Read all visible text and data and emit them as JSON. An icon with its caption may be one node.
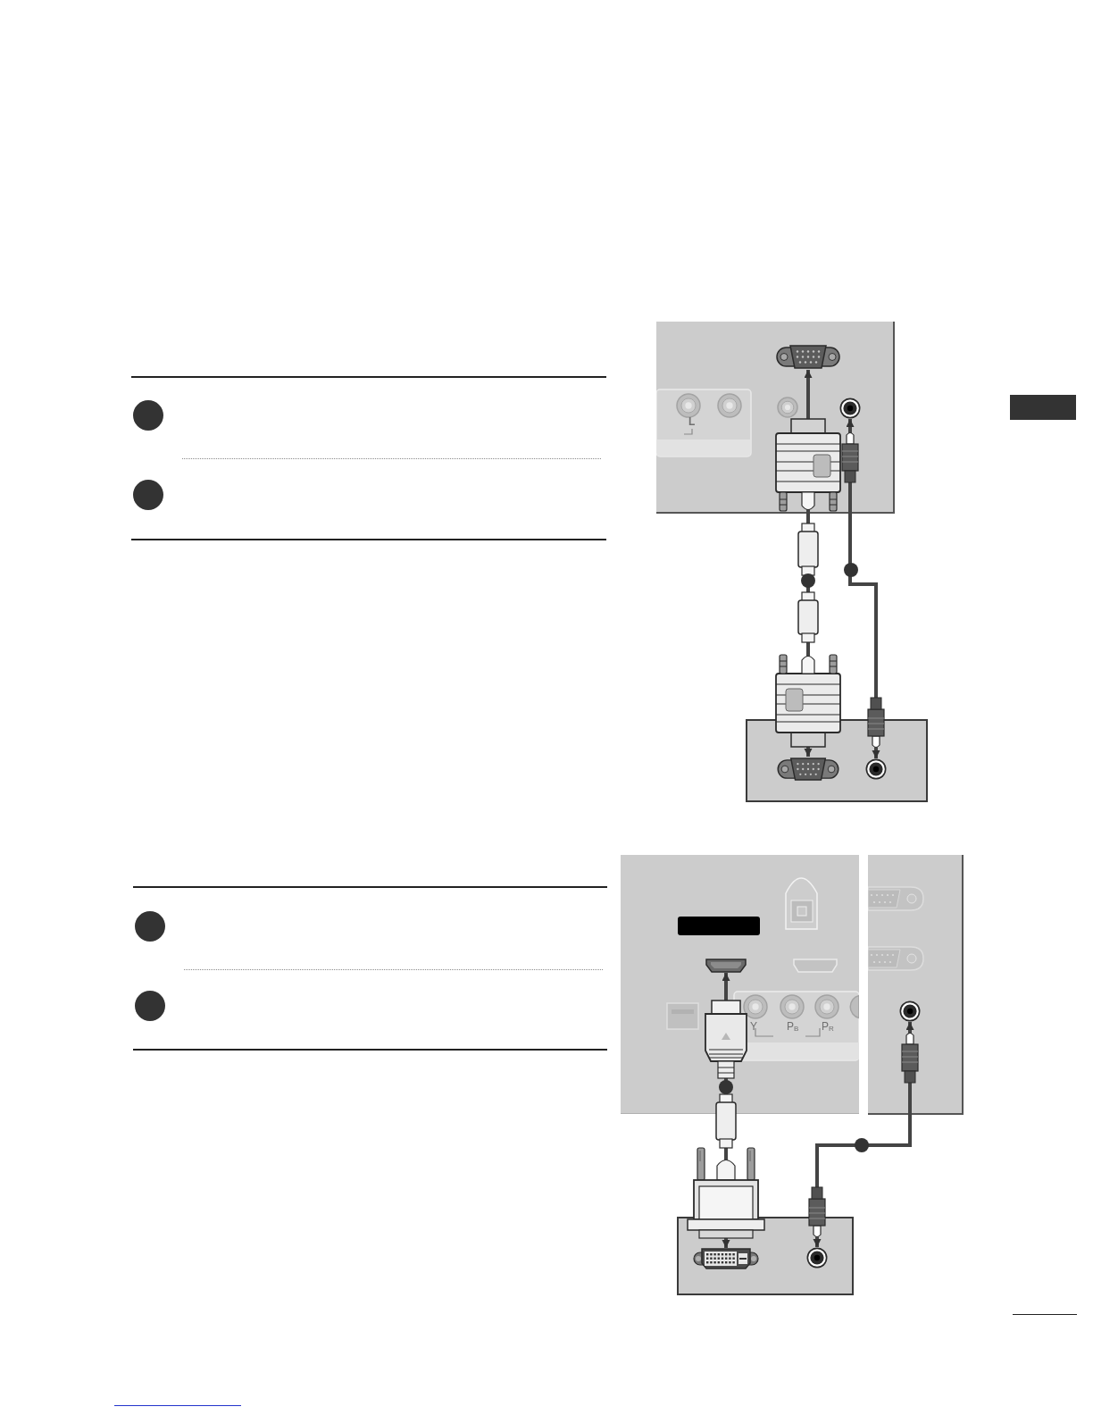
{
  "diagram": {
    "nodes": [
      {
        "text": [],
        "shape": "box"
      },
      {
        "text": [],
        "shape": "box",
        "in": 0
      },
      {
        "text": [],
        "shape": "circle",
        "in": 0
      },
      {
        "text": [],
        "shape": "box"
      },
      {
        "text": [],
        "shape": "box"
      },
      {
        "text": [],
        "shape": "box",
        "in": 4
      },
      {
        "text": [],
        "shape": "circle",
        "in": 4
      },
      {
        "text": [],
        "shape": "box"
      },
      {
        "text": [],
        "shape": "box",
        "in": 7
      },
      {
        "text": [],
        "shape": "box",
        "in": 7
      },
      {
        "text": [],
        "shape": "box"
      },
      {
        "text": [],
        "shape": "circle",
        "in": 10
      },
      {
        "text": [],
        "shape": "box"
      },
      {
        "text": [],
        "shape": "box",
        "in": 12
      },
      {
        "text": [],
        "shape": "circle",
        "in": 12
      }
    ],
    "edges": [
      {
        "from": 5,
        "to": 1,
        "arrow": "both"
      },
      {
        "from": 6,
        "to": 2,
        "arrow": "both"
      },
      {
        "from": 13,
        "to": 9,
        "arrow": "both"
      },
      {
        "from": 14,
        "to": 11,
        "arrow": "both"
      }
    ],
    "labels": [
      "L",
      "Y",
      "P$_{B}$",
      "P$_{R}$"
    ]
  }
}
